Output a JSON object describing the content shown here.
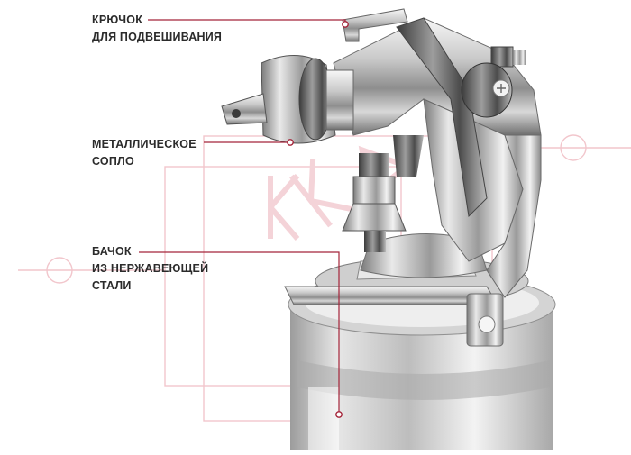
{
  "callouts": {
    "hook": {
      "line1": "КРЮЧОК",
      "line2": "ДЛЯ ПОДВЕШИВАНИЯ"
    },
    "nozzle": {
      "line1": "МЕТАЛЛИЧЕСКОЕ",
      "line2": "СОПЛО"
    },
    "tank": {
      "line1": "БАЧОК",
      "line2": "ИЗ НЕРЖАВЕЮЩЕЙ",
      "line3": "СТАЛИ"
    }
  },
  "watermark": {
    "text": "ККД"
  },
  "colors": {
    "leader_line": "#a5253a",
    "label_text": "#2b2b2b",
    "watermark": "#f2c6cc",
    "background": "#ffffff"
  }
}
